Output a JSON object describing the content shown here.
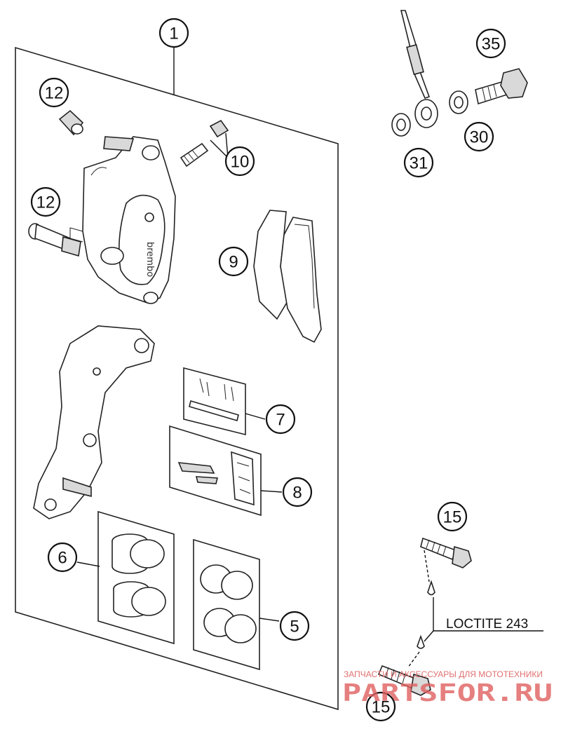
{
  "callouts": {
    "c1": "1",
    "c5": "5",
    "c6": "6",
    "c7": "7",
    "c8": "8",
    "c9": "9",
    "c10": "10",
    "c12a": "12",
    "c12b": "12",
    "c15a": "15",
    "c15b": "15",
    "c30": "30",
    "c31": "31",
    "c35": "35"
  },
  "labels": {
    "loctite": "LOCTITE 243",
    "caliper_brand": "brembo"
  },
  "watermark": {
    "tagline": "ЗАПЧАСТИ И АКСЕССУАРЫ ДЛЯ МОТОТЕХНИКИ",
    "site": "PARTSFOR.RU"
  },
  "colors": {
    "line": "#111111",
    "watermark": "#e06060"
  }
}
